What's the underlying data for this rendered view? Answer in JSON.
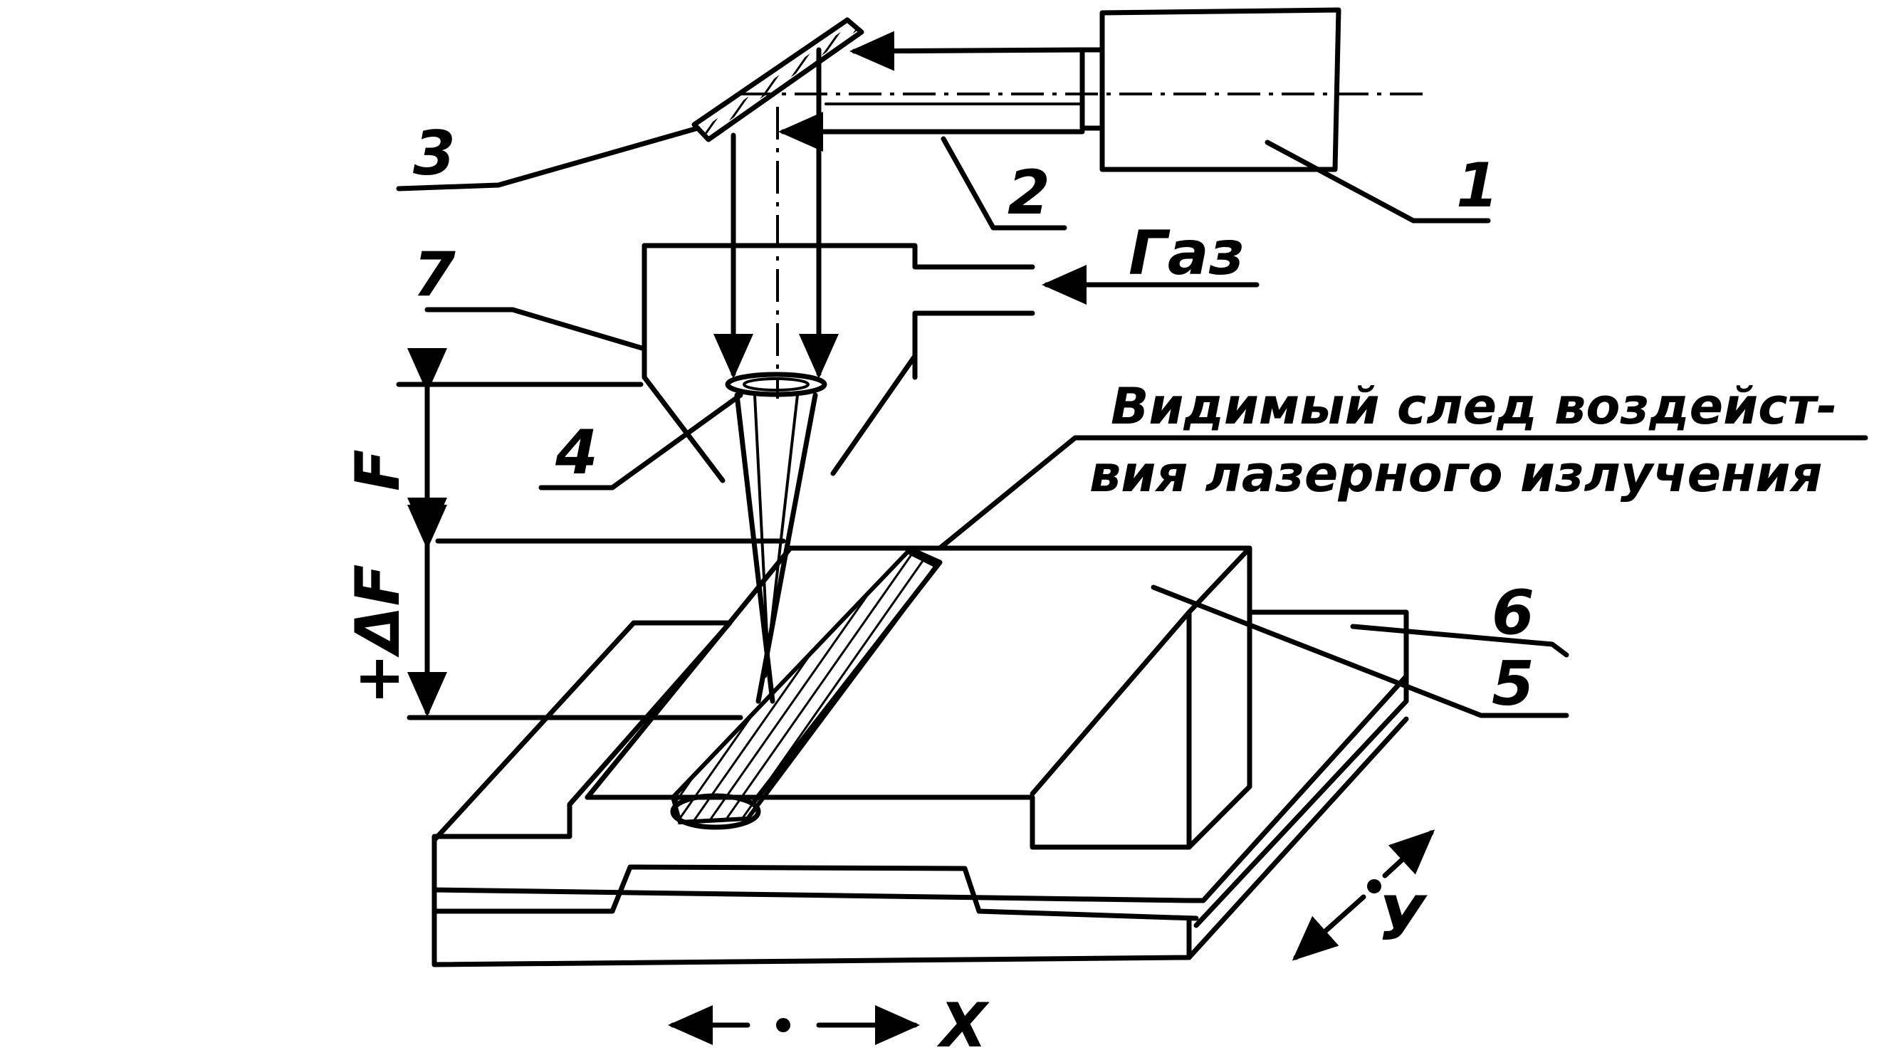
{
  "labels": {
    "n1": "1",
    "n2": "2",
    "n3": "3",
    "n4": "4",
    "n5": "5",
    "n6": "6",
    "n7": "7",
    "gas": "Газ",
    "trace_line1": "Видимый след воздейст-",
    "trace_line2": "вия лазерного излучения",
    "focus": "F",
    "delta_focus": "+ΔF",
    "axis_x": "X",
    "axis_y": "У"
  }
}
